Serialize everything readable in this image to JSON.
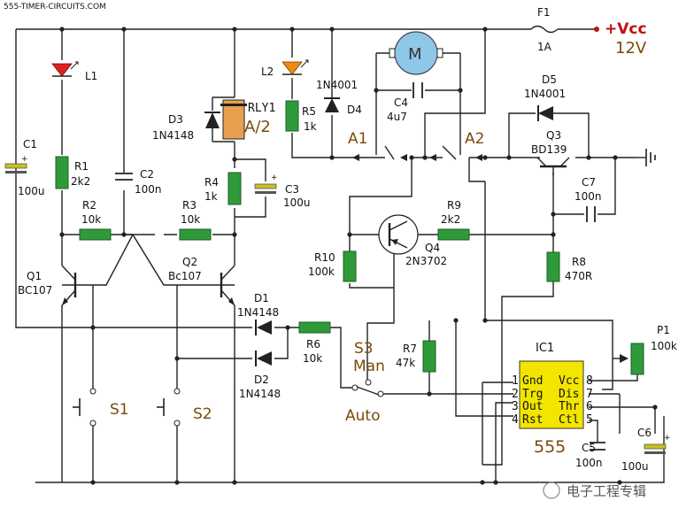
{
  "source": "555-TIMER-CIRCUITS.COM",
  "supply": {
    "label": "+Vcc",
    "voltage": "12V",
    "fuse": "F1",
    "fuse_rating": "1A"
  },
  "components": {
    "L1": "L1",
    "L2": "L2",
    "C1": "C1",
    "C1v": "100u",
    "R1": "R1",
    "R1v": "2k2",
    "C2": "C2",
    "C2v": "100n",
    "R2": "R2",
    "R2v": "10k",
    "R3": "R3",
    "R3v": "10k",
    "Q1": "Q1",
    "Q1v": "BC107",
    "Q2": "Q2",
    "Q2v": "Bc107",
    "D3": "D3",
    "D3v": "1N4148",
    "RLY1": "RLY1",
    "RLY1v": "A/2",
    "R4": "R4",
    "R4v": "1k",
    "C3": "C3",
    "C3v": "100u",
    "R5": "R5",
    "R5v": "1k",
    "D4": "D4",
    "D4v": "1N4001",
    "M": "M",
    "C4": "C4",
    "C4v": "4u7",
    "A1": "A1",
    "A2": "A2",
    "D5": "D5",
    "D5v": "1N4001",
    "Q3": "Q3",
    "Q3v": "BD139",
    "C7": "C7",
    "C7v": "100n",
    "R9": "R9",
    "R9v": "2k2",
    "Q4": "Q4",
    "Q4v": "2N3702",
    "R10": "R10",
    "R10v": "100k",
    "R8": "R8",
    "R8v": "470R",
    "D1": "D1",
    "D1v": "1N4148",
    "D2": "D2",
    "D2v": "1N4148",
    "R6": "R6",
    "R6v": "10k",
    "S3": "S3",
    "S3man": "Man",
    "S3auto": "Auto",
    "R7": "R7",
    "R7v": "47k",
    "IC1": "IC1",
    "IC1v": "555",
    "P1": "P1",
    "P1v": "100k",
    "C5": "C5",
    "C5v": "100n",
    "C6": "C6",
    "C6v": "100u",
    "S1": "S1",
    "S2": "S2"
  },
  "ic_pins": {
    "left": [
      {
        "num": "1",
        "name": "Gnd"
      },
      {
        "num": "2",
        "name": "Trg"
      },
      {
        "num": "3",
        "name": "Out"
      },
      {
        "num": "4",
        "name": "Rst"
      }
    ],
    "right": [
      {
        "num": "8",
        "name": "Vcc"
      },
      {
        "num": "7",
        "name": "Dis"
      },
      {
        "num": "6",
        "name": "Thr"
      },
      {
        "num": "5",
        "name": "Ctl"
      }
    ]
  },
  "watermark": "电子工程专辑",
  "colors": {
    "resistor": "#2f9a3a",
    "relay": "#e8a050",
    "ic": "#f2e500",
    "motor": "#8ec8e8",
    "led_red": "#e02020",
    "led_orange": "#f08a10",
    "cap": "#c8c020",
    "label_brown": "#7a4a0a",
    "vcc_red": "#c01010"
  }
}
